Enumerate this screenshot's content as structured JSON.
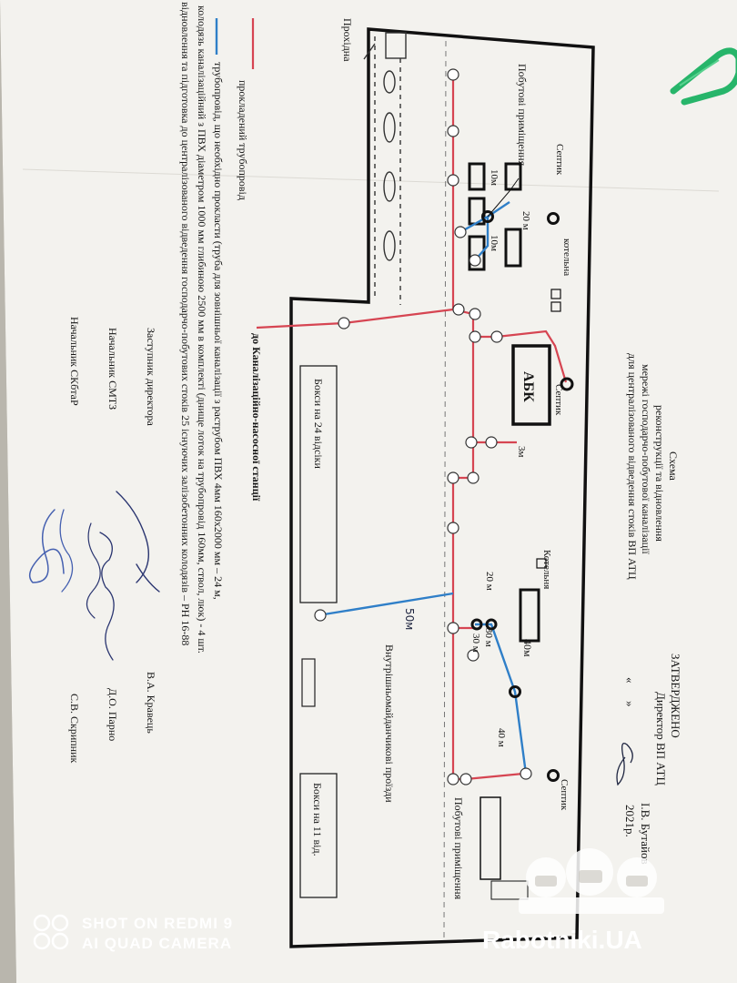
{
  "approval": {
    "heading": "ЗАТВЕРДЖЕНО",
    "line1": "Директор ВП АТЦ",
    "line2": "І.В. Бутайов",
    "date_open": "«",
    "date_mid": "»",
    "year": "2021р."
  },
  "title": {
    "line1": "Схема",
    "line2": "реконструкції та відновлення",
    "line3": "мережі господарчо-побутової каналізації",
    "line4": "для централізованого відведення стоків ВП АТЦ"
  },
  "plan_labels": {
    "passage": "Прохідна",
    "household_left": "Побутові приміщення",
    "household_right": "Побутові приміщення",
    "septic_1": "Септик",
    "septic_2": "Септик",
    "septic_3": "Септик",
    "boiler_1": "котельна",
    "boiler_2": "Котельня",
    "abk": "АБК",
    "boxes_24": "Бокси на 24 відсіки",
    "boxes_11": "Бокси на 11 від.",
    "inner_roads": "Внутрішньомайданчикові проїзди",
    "to_station": "до Каналізаційно-насосної станції",
    "dim_20m_a": "20 м",
    "dim_10m_a": "10м",
    "dim_10m_b": "10м",
    "dim_3m": "3м",
    "dim_20m_b": "20 м",
    "dim_30m_a": "30 м",
    "dim_30m_b": "30 м",
    "dim_40m_a": "40м",
    "dim_40m_b": "40 м",
    "dim_50m": "50м"
  },
  "legend": {
    "laid_pipe": "прокладений трубопровід",
    "line1": "трубопровід, що необхідно прокласти (труба для зовнішньої каналізації з раструбом ПВХ 4мм 160х2000 мм – 24 м,",
    "line2": "колодязь каналізаційний з ПВХ діаметром 1000 мм глибиною 2500 мм в комплекті (днище лоток на трубопровід 160мм, ствол, люк) - 4 шт.",
    "line3": "відновлення та підготовка до централізованого відведення господарчо-побутових стоків 25 існуючих залізобетонних колодязів – РН 16-88"
  },
  "signatures": [
    {
      "role": "Заступник директора",
      "name": "В.А. Кравець"
    },
    {
      "role": "Начальник СМТЗ",
      "name": "Д.О. Парно"
    },
    {
      "role": "Начальник СКбтаР",
      "name": "С.В. Скрипник"
    }
  ],
  "overlay": {
    "shot_line1": "SHOT ON REDMI 9",
    "shot_line2": "AI QUAD CAMERA",
    "watermark": "Rabotniki.UA"
  },
  "colors": {
    "laid_pipe": "#d64552",
    "new_pipe": "#2f7fc8",
    "paper": "#f3f2ee",
    "ink": "#161616",
    "clip": "#27b56a"
  }
}
